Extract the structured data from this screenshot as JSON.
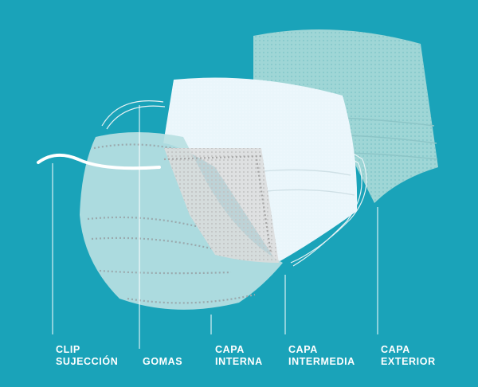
{
  "colors": {
    "background": "#1aa3b9",
    "exterior_layer": "#9fd6d6",
    "front_mask": "#b8dfe2",
    "middle_layer": "#eaf6fb",
    "inner_layer": "#dcdcdc",
    "pleat_dots": "#9aa9ad",
    "line": "#ffffff"
  },
  "labels": [
    {
      "id": "clip",
      "lines": [
        "CLIP",
        "SUJECCIÓN"
      ]
    },
    {
      "id": "gomas",
      "lines": [
        "GOMAS"
      ]
    },
    {
      "id": "interna",
      "lines": [
        "CAPA",
        "INTERNA"
      ]
    },
    {
      "id": "intermedia",
      "lines": [
        "CAPA",
        "INTERMEDIA"
      ]
    },
    {
      "id": "exterior",
      "lines": [
        "CAPA",
        "EXTERIOR"
      ]
    }
  ]
}
